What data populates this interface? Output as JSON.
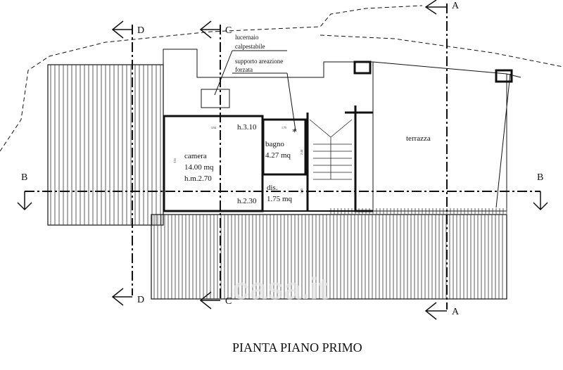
{
  "title": "PIANTA PIANO PRIMO",
  "watermark": "casa.it",
  "sections": {
    "a": "A",
    "b": "B",
    "c": "C",
    "d": "D"
  },
  "notes": {
    "skylight_1": "lucernaio",
    "skylight_2": "calpestabile",
    "vent_1": "supporto areazione",
    "vent_2": "forzata"
  },
  "rooms": {
    "camera": {
      "name": "camera",
      "area": "14.00 mq",
      "height": "h.m.2.70"
    },
    "bagno": {
      "name": "bagno",
      "area": "4.27 mq"
    },
    "dis": {
      "name": "dis.",
      "area": "1.75 mq"
    },
    "terrazza": {
      "name": "terrazza"
    }
  },
  "heights": {
    "top": "h.3.10",
    "bottom": "h.2.30"
  },
  "dimensions": {
    "camera_w": "3.94",
    "bagno_w": "1.75",
    "camera_h": "3.55",
    "bagno_h": "2.44",
    "dis_h": "1.05"
  }
}
